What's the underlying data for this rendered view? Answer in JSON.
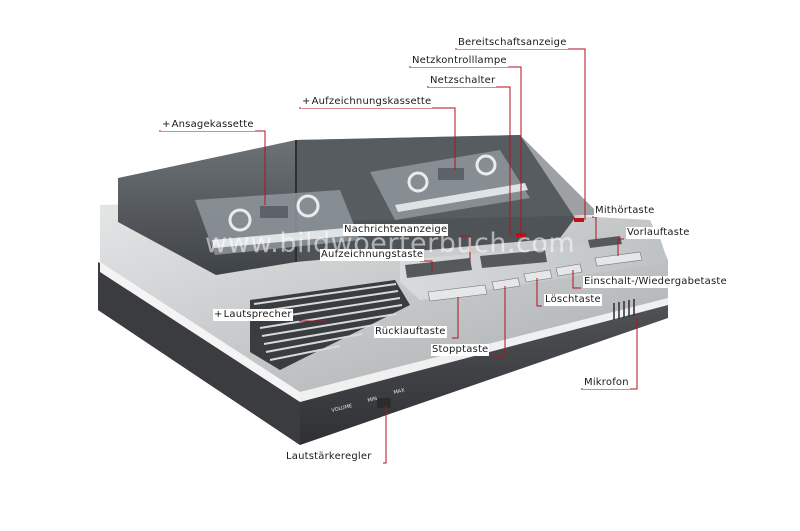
{
  "watermark": "www.bildwoerterbuch.com",
  "knob_labels": {
    "volume": "VOLUME",
    "min": "MIN",
    "max": "MAX"
  },
  "colors": {
    "leader": "#b0121b",
    "body_dark": "#4a4d50",
    "body_light": "#c9cbcc",
    "lid": "#63686d"
  },
  "labels": {
    "bereitschaftsanzeige": {
      "text": "Bereitschaftsanzeige",
      "link": false
    },
    "netzkontrolllampe": {
      "text": "Netzkontrolllampe",
      "link": false
    },
    "netzschalter": {
      "text": "Netzschalter",
      "link": false
    },
    "aufzeichnungskassette": {
      "text": "Aufzeichnungskassette",
      "link": true
    },
    "ansagekassette": {
      "text": "Ansagekassette",
      "link": true
    },
    "mithoertaste": {
      "text": "Mithörtaste",
      "link": false
    },
    "vorlauftaste": {
      "text": "Vorlauftaste",
      "link": false
    },
    "nachrichtenanzeige": {
      "text": "Nachrichtenanzeige",
      "link": false
    },
    "aufzeichnungstaste": {
      "text": "Aufzeichnungstaste",
      "link": false
    },
    "einschalt_wiedergabetaste": {
      "text": "Einschalt-/Wiedergabetaste",
      "link": false
    },
    "loeschtaste": {
      "text": "Löschtaste",
      "link": false
    },
    "lautsprecher": {
      "text": "Lautsprecher",
      "link": true
    },
    "ruecklauftaste": {
      "text": "Rücklauftaste",
      "link": false
    },
    "stopptaste": {
      "text": "Stopptaste",
      "link": false
    },
    "mikrofon": {
      "text": "Mikrofon",
      "link": false
    },
    "lautstaerkeregler": {
      "text": "Lautstärkeregler",
      "link": false
    }
  }
}
